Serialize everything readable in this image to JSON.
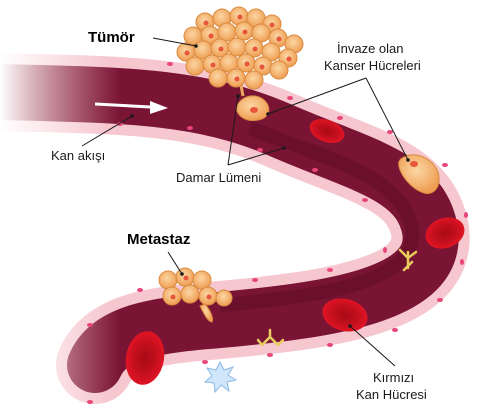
{
  "labels": {
    "tumor": "Tümör",
    "invasive_line1": "İnvaze olan",
    "invasive_line2": "Kanser Hücreleri",
    "blood_flow": "Kan akışı",
    "vessel_lumen": "Damar Lümeni",
    "metastasis": "Metastaz",
    "rbc_line1": "Kırmızı",
    "rbc_line2": "Kan Hücresi"
  },
  "colors": {
    "vessel_wall": "#f6c7cf",
    "vessel_wall_cells": "#e8457a",
    "lumen": "#7a1434",
    "lumen_dark": "#4e0a20",
    "red_cell": "#e01424",
    "red_cell_center": "#a90a16",
    "tumor_cell": "#f3b06b",
    "tumor_nucleus": "#e7553b",
    "arrow": "#ffffff"
  }
}
